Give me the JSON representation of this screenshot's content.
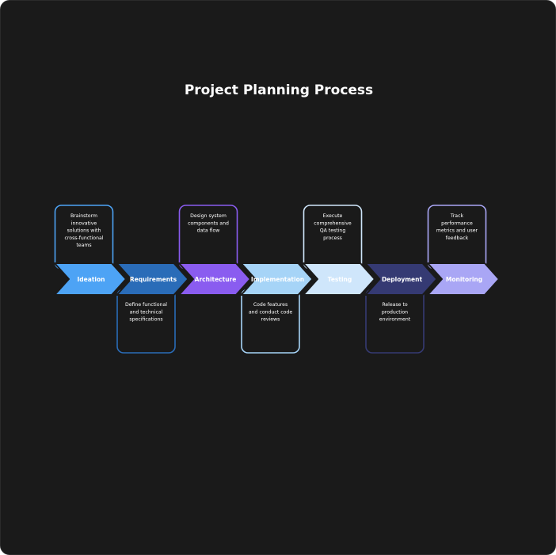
{
  "title": "Project Planning Process",
  "steps": [
    {
      "label": "Ideation",
      "color": "#4da3f5",
      "border": "#4da3f5",
      "desc": [
        "Brainstorm",
        "innovative",
        "solutions with",
        "cross-functional",
        "teams"
      ]
    },
    {
      "label": "Requirements",
      "color": "#2a6cb8",
      "border": "#2a6cb8",
      "desc": [
        "Define functional",
        "and technical",
        "specifications"
      ]
    },
    {
      "label": "Architecture",
      "color": "#8a5cf0",
      "border": "#8a5cf0",
      "desc": [
        "Design system",
        "components and",
        "data flow"
      ]
    },
    {
      "label": "Implementation",
      "color": "#a6d4f7",
      "border": "#a6d4f7",
      "desc": [
        "Code features",
        "and conduct code",
        "reviews"
      ]
    },
    {
      "label": "Testing",
      "color": "#cfe6fb",
      "border": "#cfe6fb",
      "desc": [
        "Execute",
        "comprehensive",
        "QA testing",
        "process"
      ]
    },
    {
      "label": "Deployment",
      "color": "#353a73",
      "border": "#353a73",
      "desc": [
        "Release to",
        "production",
        "environment"
      ]
    },
    {
      "label": "Monitoring",
      "color": "#a9a6f5",
      "border": "#a9a6f5",
      "desc": [
        "Track",
        "performance",
        "metrics and user",
        "feedback"
      ]
    }
  ]
}
